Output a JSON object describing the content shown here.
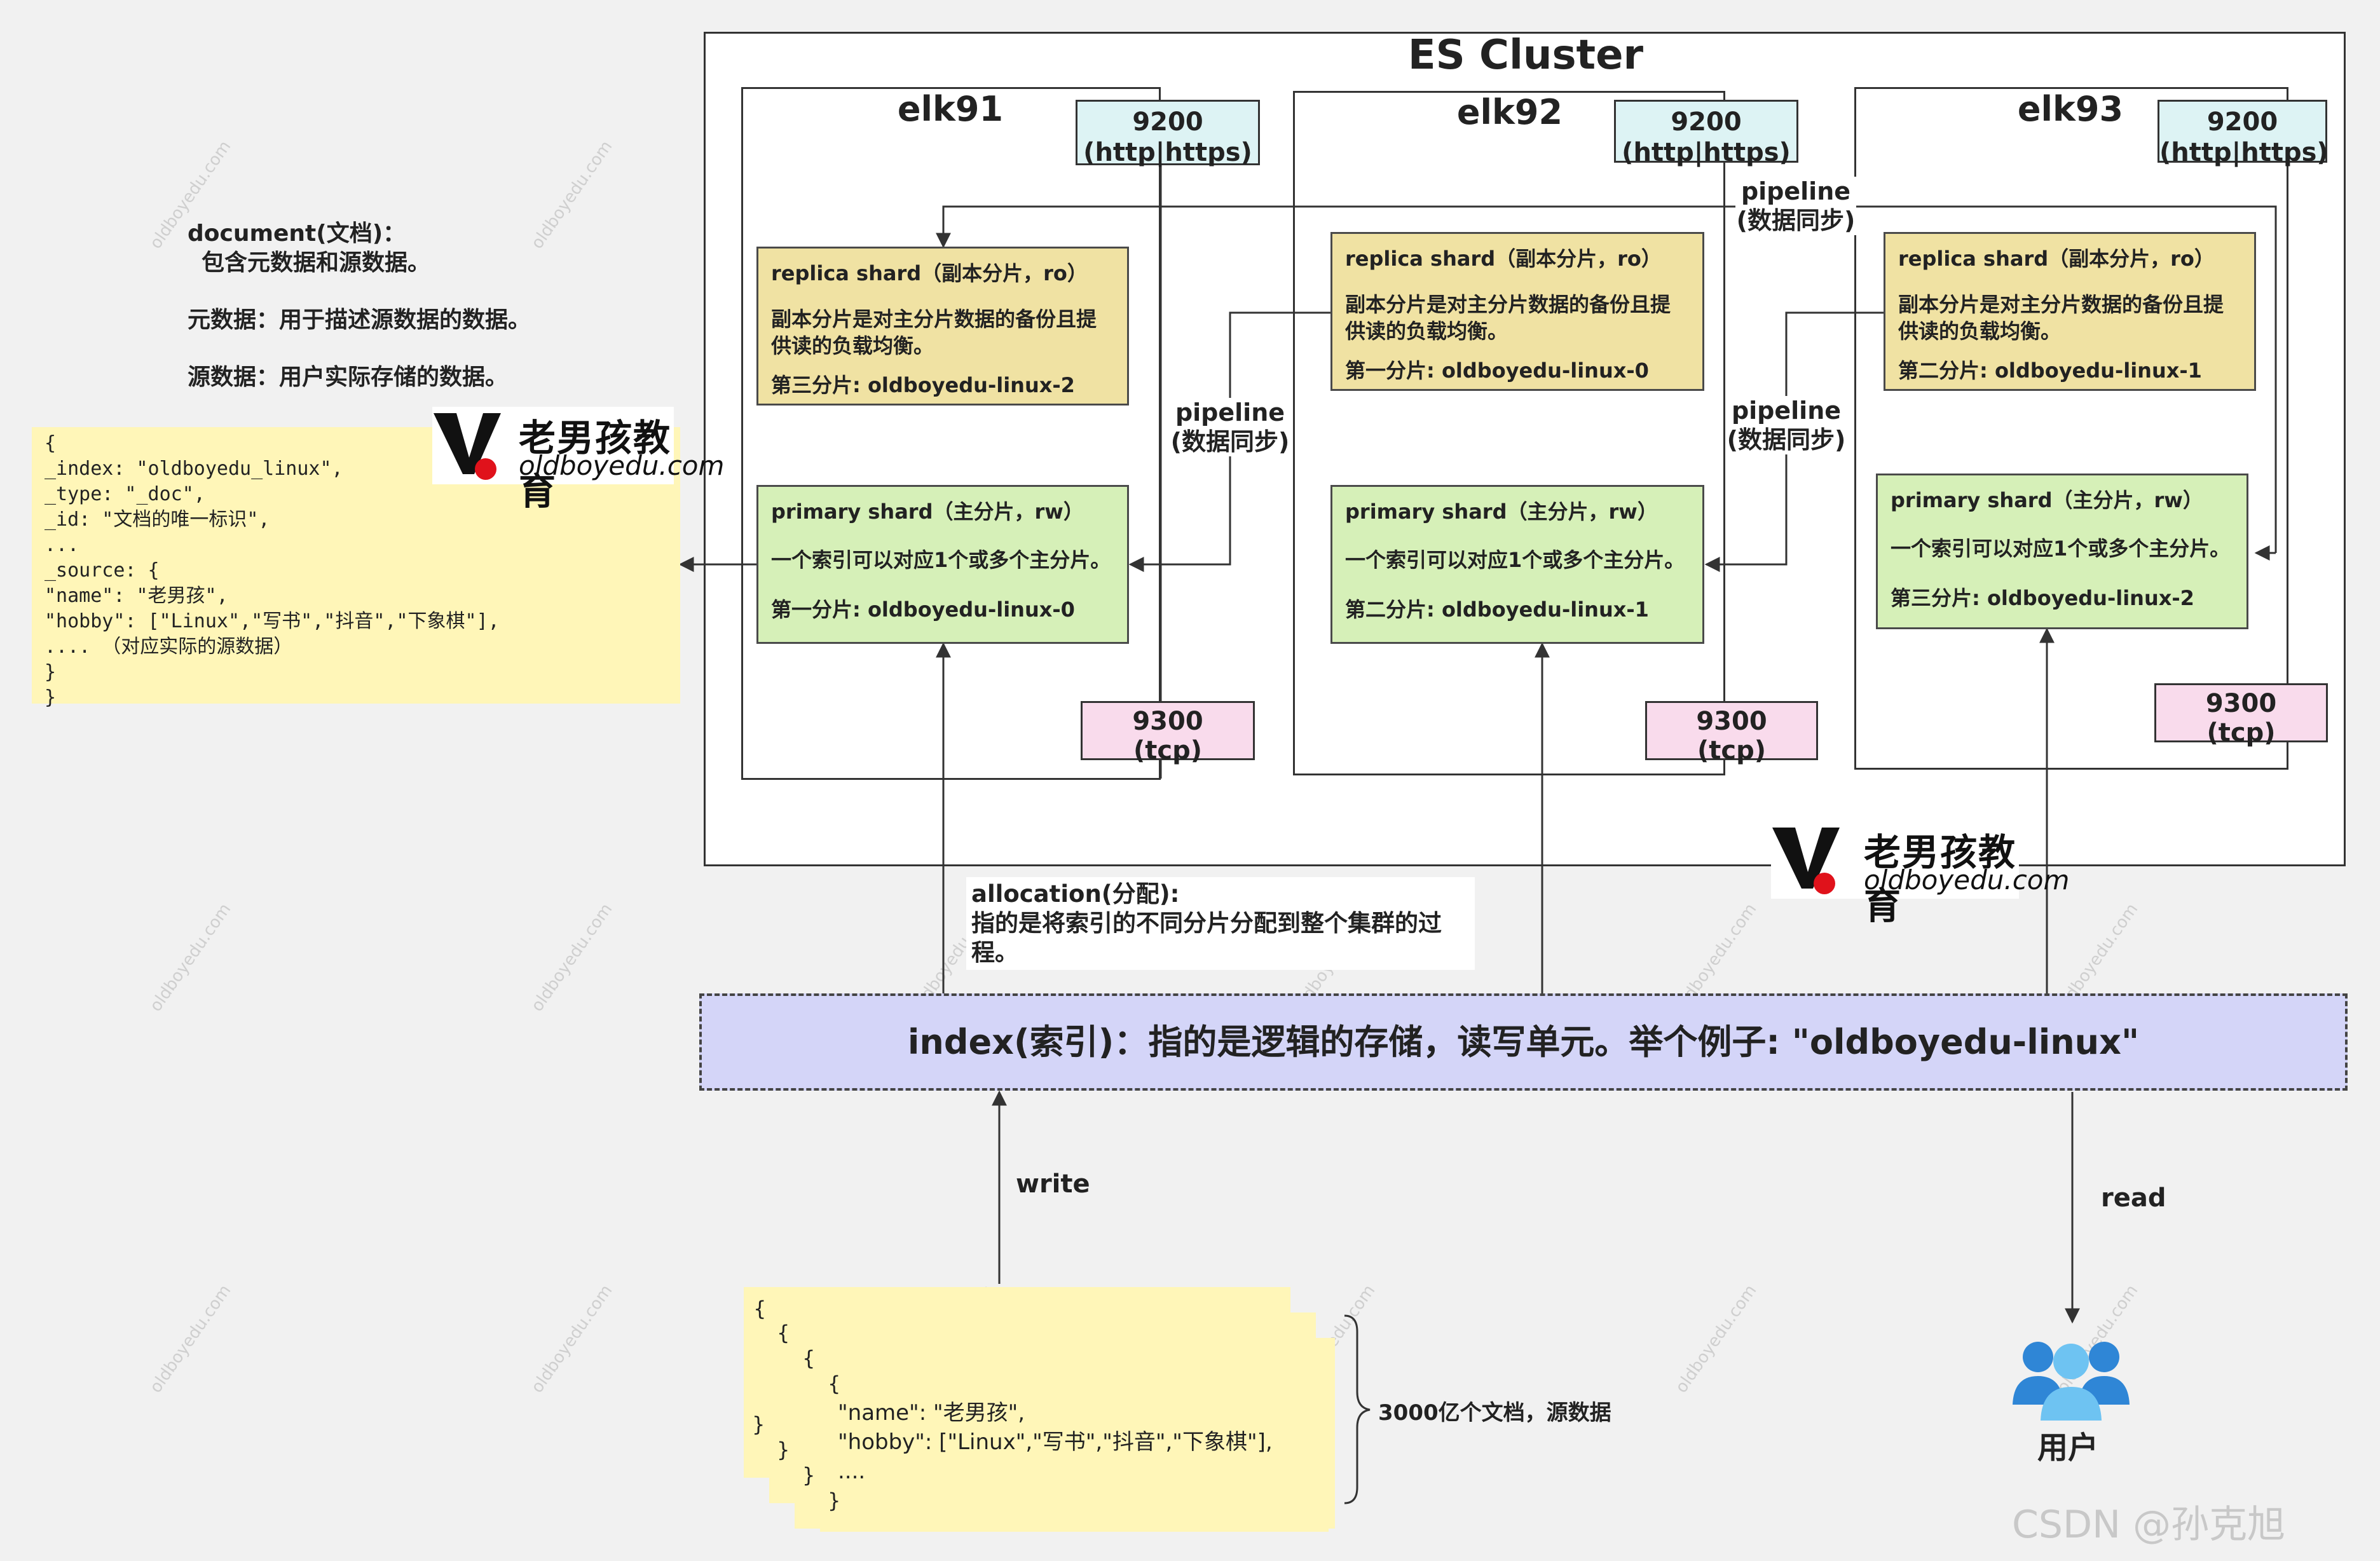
{
  "cluster": {
    "title": "ES Cluster"
  },
  "nodes": [
    {
      "name": "elk91",
      "http_port": "9200\n(http|https)",
      "tcp_port": "9300\n(tcp)",
      "replica": {
        "title": "replica shard（副本分片，ro）",
        "desc": "副本分片是对主分片数据的备份且提供读的负载均衡。",
        "shard": "第三分片: oldboyedu-linux-2"
      },
      "primary": {
        "title": "primary shard（主分片，rw）",
        "desc": "一个索引可以对应1个或多个主分片。",
        "shard": "第一分片: oldboyedu-linux-0"
      }
    },
    {
      "name": "elk92",
      "http_port": "9200\n(http|https)",
      "tcp_port": "9300\n(tcp)",
      "replica": {
        "title": "replica shard（副本分片，ro）",
        "desc": "副本分片是对主分片数据的备份且提供读的负载均衡。",
        "shard": "第一分片: oldboyedu-linux-0"
      },
      "primary": {
        "title": "primary shard（主分片，rw）",
        "desc": "一个索引可以对应1个或多个主分片。",
        "shard": "第二分片: oldboyedu-linux-1"
      }
    },
    {
      "name": "elk93",
      "http_port": "9200\n(http|https)",
      "tcp_port": "9300\n(tcp)",
      "replica": {
        "title": "replica shard（副本分片，ro）",
        "desc": "副本分片是对主分片数据的备份且提供读的负载均衡。",
        "shard": "第二分片: oldboyedu-linux-1"
      },
      "primary": {
        "title": "primary shard（主分片，rw）",
        "desc": "一个索引可以对应1个或多个主分片。",
        "shard": "第三分片: oldboyedu-linux-2"
      }
    }
  ],
  "pipelines": [
    "pipeline\n(数据同步)",
    "pipeline\n(数据同步)",
    "pipeline\n(数据同步)"
  ],
  "document": {
    "heading": "document(文档)：",
    "desc": "包含元数据和源数据。",
    "meta": "元数据：用于描述源数据的数据。",
    "source": "源数据：用户实际存储的数据。"
  },
  "doc_example": "{\n_index: \"oldboyedu_linux\",\n_type: \"_doc\",\n_id: \"文档的唯一标识\",\n...\n_source: {\n  \"name\": \"老男孩\",\n  \"hobby\": [\"Linux\",\"写书\",\"抖音\",\"下象棋\"],\n    ....  （对应实际的源数据）\n}\n}",
  "allocation": "allocation(分配):\n指的是将索引的不同分片分配到整个集群的过程。",
  "index": "index(索引)：指的是逻辑的存储，读写单元。举个例子: \"oldboyedu-linux\"",
  "write_label": "write",
  "read_label": "read",
  "docs_stack": {
    "brace_rows": [
      "{",
      "{",
      "{",
      "{"
    ],
    "body": "\"name\": \"老男孩\",\n\"hobby\": [\"Linux\",\"写书\",\"抖音\",\"下象棋\"],\n....",
    "close_rows": [
      "}",
      "}",
      "}",
      "}"
    ],
    "annotation": "3000亿个文档，源数据"
  },
  "user": {
    "label": "用户"
  },
  "logo": {
    "cn": "老男孩教育",
    "en": "oldboyedu.com"
  },
  "watermark": "oldboyedu.com",
  "credit": "CSDN @孙克旭",
  "colors": {
    "http_port": "#ddf3f4",
    "tcp_port": "#f9dbec",
    "replica": "#f0e2a3",
    "primary": "#d6f0b8",
    "index": "#d4d5f8",
    "note": "#fff6b8",
    "user_icon": "#2f86d6"
  }
}
